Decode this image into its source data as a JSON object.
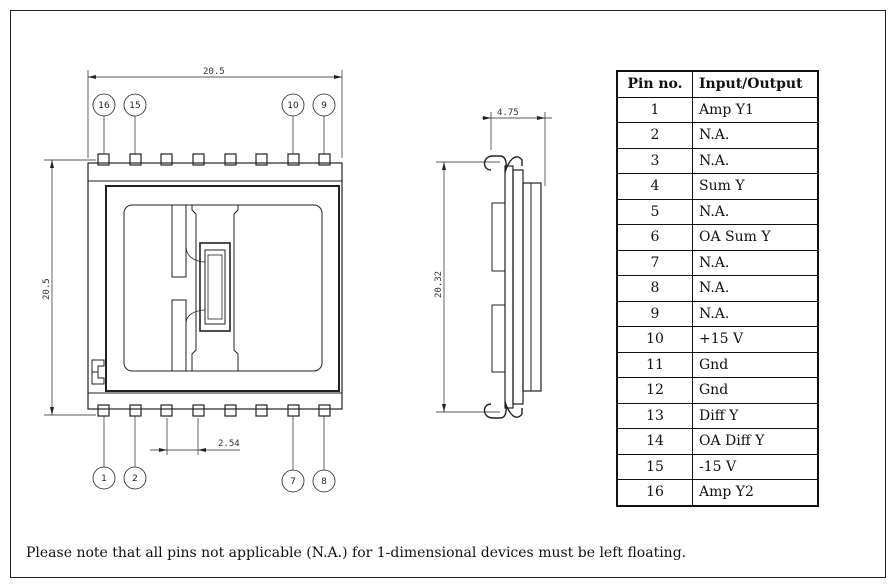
{
  "drawing": {
    "front_view": {
      "dim_width": "20.5",
      "dim_height": "20.5",
      "dim_pitch": "2.54",
      "top_pin_labels": [
        "16",
        "15",
        "10",
        "9"
      ],
      "bottom_pin_labels": [
        "1",
        "2",
        "7",
        "8"
      ]
    },
    "side_view": {
      "dim_depth": "4.75",
      "dim_height": "20.32"
    }
  },
  "pin_table": {
    "headers": [
      "Pin no.",
      "Input/Output"
    ],
    "rows": [
      {
        "pin": "1",
        "io": "Amp Y1"
      },
      {
        "pin": "2",
        "io": "N.A."
      },
      {
        "pin": "3",
        "io": "N.A."
      },
      {
        "pin": "4",
        "io": "Sum Y"
      },
      {
        "pin": "5",
        "io": "N.A."
      },
      {
        "pin": "6",
        "io": "OA Sum Y"
      },
      {
        "pin": "7",
        "io": "N.A."
      },
      {
        "pin": "8",
        "io": "N.A."
      },
      {
        "pin": "9",
        "io": "N.A."
      },
      {
        "pin": "10",
        "io": "+15 V"
      },
      {
        "pin": "11",
        "io": "Gnd"
      },
      {
        "pin": "12",
        "io": "Gnd"
      },
      {
        "pin": "13",
        "io": "Diff Y"
      },
      {
        "pin": "14",
        "io": "OA Diff Y"
      },
      {
        "pin": "15",
        "io": "-15 V"
      },
      {
        "pin": "16",
        "io": "Amp Y2"
      }
    ]
  },
  "note": "Please note that all pins not applicable (N.A.) for 1-dimensional devices must be left floating."
}
